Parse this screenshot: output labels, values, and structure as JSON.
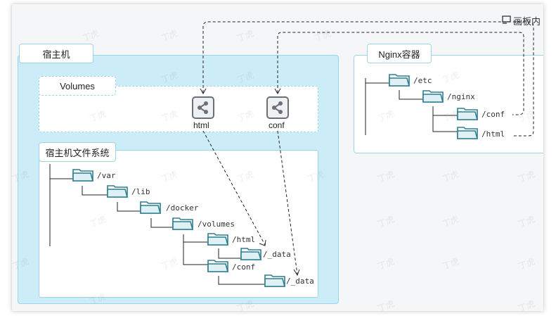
{
  "corner_label": "画板内",
  "host": {
    "title": "宿主机",
    "volumes_title": "Volumes",
    "fs_title": "宿主机文件系统",
    "volumes": [
      {
        "name": "html"
      },
      {
        "name": "conf"
      }
    ],
    "fs_folders": [
      "/var",
      "/lib",
      "/docker",
      "/volumes",
      "/html",
      "/_data",
      "/conf",
      "/_data"
    ]
  },
  "container": {
    "title": "Nginx容器",
    "folders": [
      "/etc",
      "/nginx",
      "/conf",
      "/html"
    ]
  },
  "watermark": "丁虎",
  "colors": {
    "accent": "#2f7f90",
    "light_blue": "#ccecf7",
    "border_blue": "#9bd5ea",
    "volume_icon": "#6b6f7a"
  }
}
